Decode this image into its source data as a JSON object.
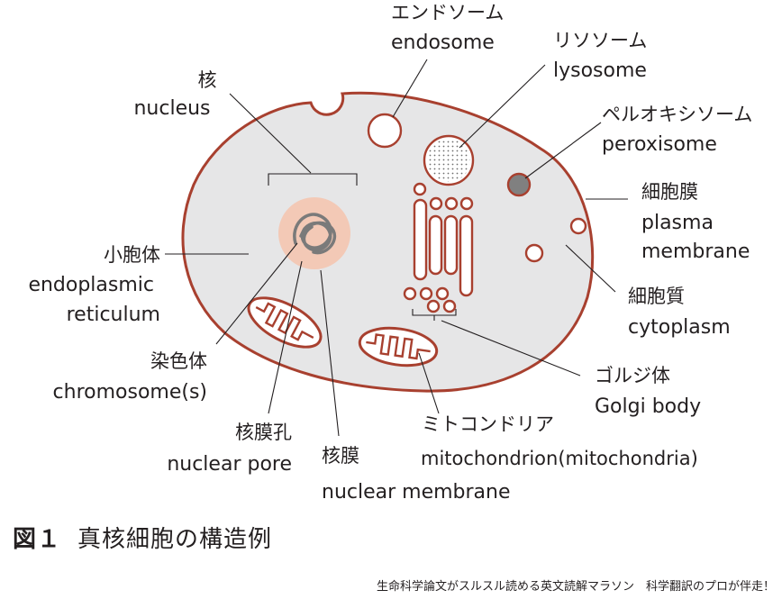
{
  "colors": {
    "membrane": "#a8402f",
    "cytoplasm": "#e6e6e7",
    "nucleus": "#f3c9b6",
    "peroxisome": "#808080",
    "text": "#231f20"
  },
  "labels": {
    "endosome": {
      "ja": "エンドソーム",
      "en": "endosome"
    },
    "lysosome": {
      "ja": "リソソーム",
      "en": "lysosome"
    },
    "peroxisome": {
      "ja": "ペルオキシソーム",
      "en": "peroxisome"
    },
    "nucleus": {
      "ja": "核",
      "en": "nucleus"
    },
    "plasma": {
      "ja": "細胞膜",
      "en1": "plasma",
      "en2": "membrane"
    },
    "cytoplasm": {
      "ja": "細胞質",
      "en": "cytoplasm"
    },
    "er": {
      "ja": "小胞体",
      "en1": "endoplasmic",
      "en2": "reticulum"
    },
    "chromosome": {
      "ja": "染色体",
      "en": "chromosome(s)"
    },
    "golgi": {
      "ja": "ゴルジ体",
      "en": "Golgi body"
    },
    "pore": {
      "ja": "核膜孔",
      "en": "nuclear pore"
    },
    "nuclear_membrane": {
      "ja": "核膜",
      "en": "nuclear membrane"
    },
    "mitochondrion": {
      "ja": "ミトコンドリア",
      "en": "mitochondrion(mitochondria)"
    }
  },
  "figure": {
    "number": "図１",
    "title": "真核細胞の構造例"
  },
  "footer": "生命科学論文がスルスル読める英文読解マラソン　科学翻訳のプロが伴走！"
}
